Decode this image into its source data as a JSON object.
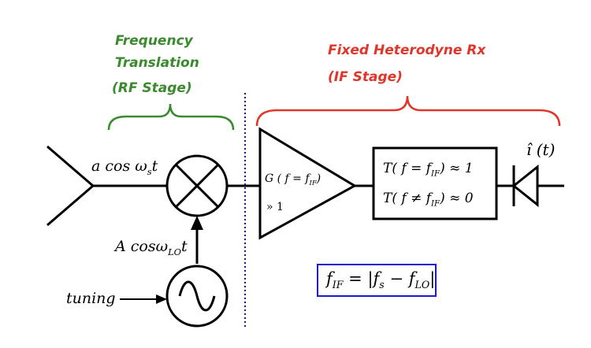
{
  "labels": {
    "rf_stage_line1": "Frequency",
    "rf_stage_line2": "Translation",
    "rf_stage_line3": "(RF Stage)",
    "if_stage_line1": "Fixed Heterodyne Rx",
    "if_stage_line2": "(IF Stage)",
    "input_signal": "a cos ω",
    "input_signal_sub": "s",
    "input_signal_tail": "t",
    "lo_signal": "A cosω",
    "lo_signal_sub": "LO",
    "lo_signal_tail": "t",
    "tuning": "tuning",
    "amp_gain": "G ( f  = f",
    "amp_gain_sub": "IF",
    "amp_gain_tail": ")",
    "amp_gain_value": "» 1",
    "filter_pass": "T( f = f",
    "filter_pass_sub": "IF",
    "filter_pass_tail": ") ≈ 1",
    "filter_stop": "T( f ≠ f",
    "filter_stop_sub": "IF",
    "filter_stop_tail": ") ≈ 0",
    "output": "î (t)",
    "formula_lhs": "f",
    "formula_lhs_sub": "IF",
    "formula_rhs": " = |f",
    "formula_rhs_sub1": "s",
    "formula_rhs_mid": " − f",
    "formula_rhs_sub2": "LO",
    "formula_rhs_tail": "|"
  },
  "colors": {
    "rf_brace": "#3a8a2e",
    "if_brace": "#e0352b",
    "formula_border": "#1a1acc",
    "divider": "#1a1a8a",
    "ink": "#000000"
  }
}
